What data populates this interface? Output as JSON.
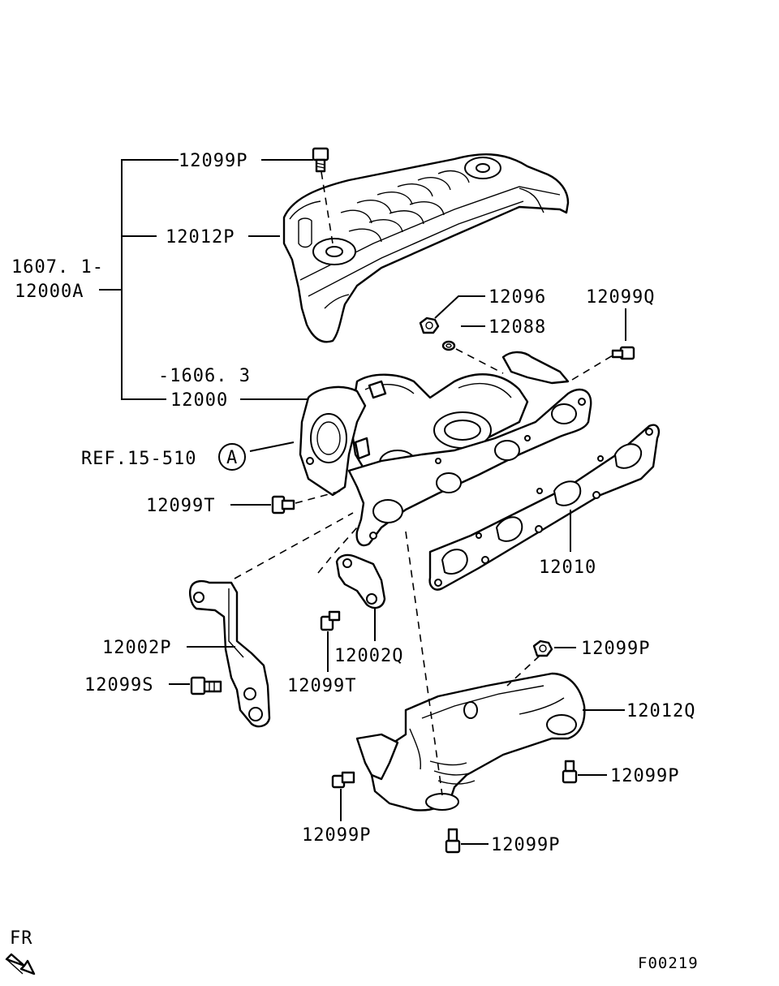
{
  "labels": {
    "grp_a_top": "1607. 1-",
    "grp_a_bottom": "12000A",
    "p_12099P_top": "12099P",
    "p_12012P": "12012P",
    "p_12096": "12096",
    "p_12088": "12088",
    "p_12099Q": "12099Q",
    "range_1606": "-1606. 3",
    "p_12000": "12000",
    "ref": "REF.15-510",
    "ref_circle": "A",
    "p_12099T_left": "12099T",
    "p_12010": "12010",
    "p_12002P": "12002P",
    "p_12002Q": "12002Q",
    "p_12099S": "12099S",
    "p_12099T_mid": "12099T",
    "p_12099P_right1": "12099P",
    "p_12012Q": "12012Q",
    "p_12099P_right2": "12099P",
    "p_12099P_bottom_left": "12099P",
    "p_12099P_bottom": "12099P",
    "fr": "FR",
    "fig_code": "F00219"
  },
  "icons": [
    "front-direction-arrow-icon",
    "bolt-icon",
    "nut-icon",
    "washer-icon"
  ]
}
